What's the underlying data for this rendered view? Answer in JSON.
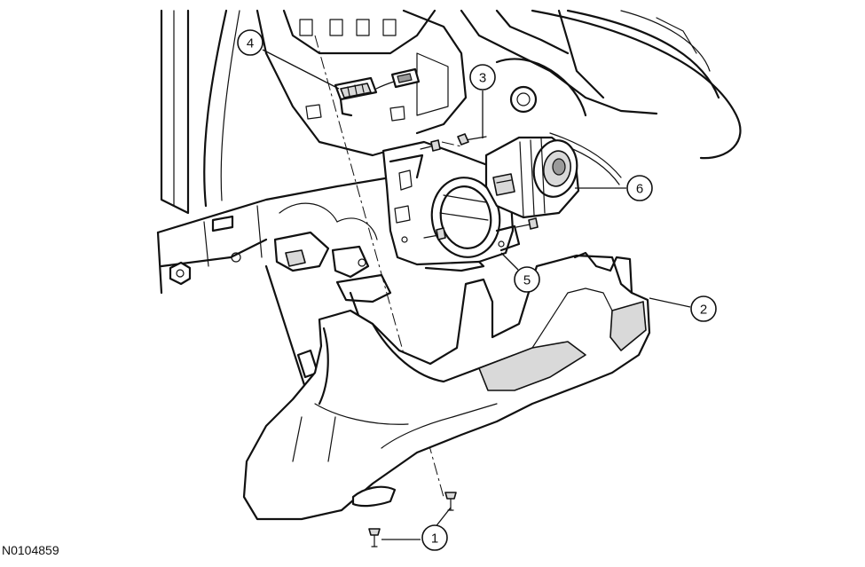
{
  "figure": {
    "id": "N0104859"
  },
  "callouts": [
    {
      "number": "1"
    },
    {
      "number": "2"
    },
    {
      "number": "3"
    },
    {
      "number": "4"
    },
    {
      "number": "5"
    },
    {
      "number": "6"
    }
  ]
}
